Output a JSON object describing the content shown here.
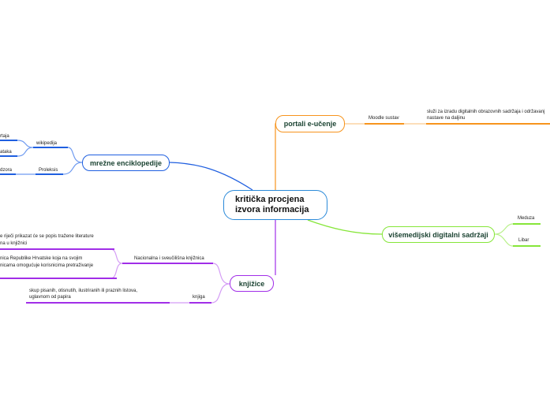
{
  "central": {
    "line1": "kritička procjena",
    "line2": "izvora informacija"
  },
  "colors": {
    "central": "#2b8ad9",
    "portali": "#f7941d",
    "mrezne": "#1f5fe0",
    "visemedijski": "#86e639",
    "knjizice": "#a12ee8"
  },
  "portali": {
    "label": "portali e-učenje",
    "children": [
      {
        "label": "Moodle sustav",
        "desc1": "služi za izradu digitalnih obrazovnih sadržaja i održavanj",
        "desc2": "nastave na daljinu"
      }
    ]
  },
  "mrezne": {
    "label": "mrežne enciklopedije",
    "children": [
      {
        "label": "wikipedija",
        "leaves": [
          "rtaja",
          "ataka"
        ]
      },
      {
        "label": "Proleksis",
        "leaves": [
          "dzora"
        ]
      }
    ]
  },
  "visemedijski": {
    "label": "višemedijski digitalni sadržaji",
    "children": [
      "Meduza",
      "Libar"
    ]
  },
  "knjizice": {
    "label": "knjižice",
    "children": [
      {
        "label": "Nacionalna i sveučilišna knjižnica",
        "leaf1": [
          "e riječi prikazat će se popis tražene literature",
          "na u knjižnici"
        ],
        "leaf2": [
          "nica Republike Hrvatske koja na svojim",
          "nicama omogućuje korisnicima pretraživanje"
        ]
      },
      {
        "label": "knjiga",
        "leaf1": [
          "skup pisanih, otisnutih, ilustriranih ili praznih listova,",
          "uglavnom od papira"
        ]
      }
    ]
  }
}
